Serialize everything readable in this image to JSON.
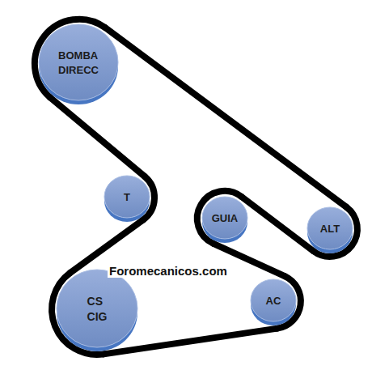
{
  "diagram": {
    "nodes": [
      {
        "text": [
          "BOMBA DIRECC"
        ]
      },
      {
        "text": [
          "T"
        ]
      },
      {
        "text": [
          "GUIA"
        ]
      },
      {
        "text": [
          "ALT"
        ]
      },
      {
        "text": [
          "CS CIG"
        ]
      },
      {
        "text": [
          "AC"
        ]
      }
    ],
    "edges": [
      {
        "from": 0,
        "to": 3,
        "arrow": "none"
      },
      {
        "from": 3,
        "to": 2,
        "arrow": "none"
      },
      {
        "from": 2,
        "to": 5,
        "arrow": "none"
      },
      {
        "from": 5,
        "to": 4,
        "arrow": "none"
      },
      {
        "from": 4,
        "to": 1,
        "arrow": "none"
      },
      {
        "from": 1,
        "to": 0,
        "arrow": "none"
      }
    ],
    "labels": [
      "Foromecanicos.com"
    ]
  }
}
